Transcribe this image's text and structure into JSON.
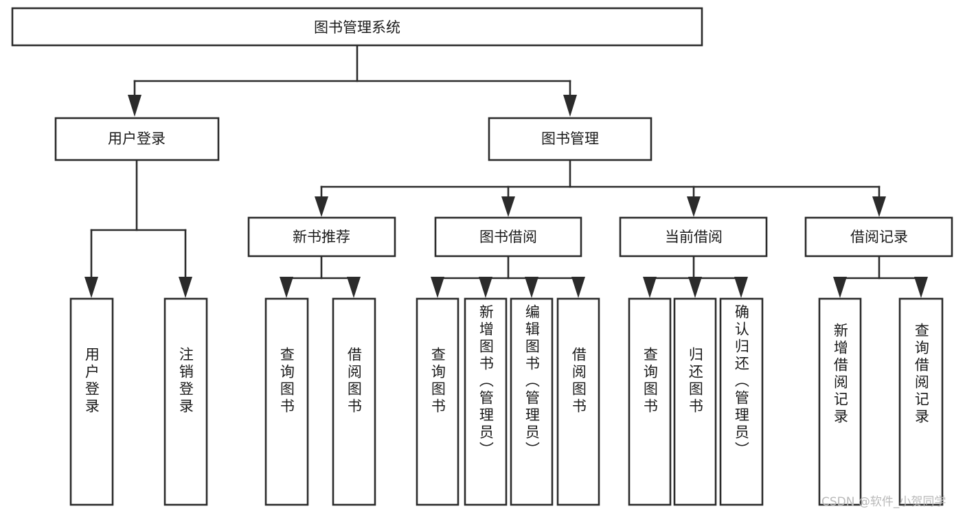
{
  "diagram": {
    "type": "tree-hierarchy-diagram",
    "title": "图书管理系统",
    "orientation": "top-down",
    "colors": {
      "box_stroke": "#2b2b2b",
      "box_fill": "#ffffff",
      "connector": "#2b2b2b",
      "text": "#1a1a1a",
      "background": "#ffffff",
      "watermark": "#b9b9b9"
    },
    "levels": {
      "root": {
        "label": "图书管理系统"
      },
      "level2": [
        {
          "id": "user-login",
          "label": "用户登录"
        },
        {
          "id": "book-management",
          "label": "图书管理"
        }
      ],
      "level3": [
        {
          "id": "new-book-recommend",
          "label": "新书推荐",
          "parent": "book-management"
        },
        {
          "id": "book-borrow",
          "label": "图书借阅",
          "parent": "book-management"
        },
        {
          "id": "current-borrow",
          "label": "当前借阅",
          "parent": "book-management"
        },
        {
          "id": "borrow-record",
          "label": "借阅记录",
          "parent": "book-management"
        }
      ],
      "leaves": [
        {
          "id": "leaf-user-login",
          "label": "用户登录",
          "parent": "user-login"
        },
        {
          "id": "leaf-logout-login",
          "label": "注销登录",
          "parent": "user-login"
        },
        {
          "id": "leaf-query-book-1",
          "label": "查询图书",
          "parent": "new-book-recommend"
        },
        {
          "id": "leaf-borrow-book-1",
          "label": "借阅图书",
          "parent": "new-book-recommend"
        },
        {
          "id": "leaf-query-book-2",
          "label": "查询图书",
          "parent": "book-borrow"
        },
        {
          "id": "leaf-add-book",
          "label": "新增图书（管理员）",
          "parent": "book-borrow"
        },
        {
          "id": "leaf-edit-book",
          "label": "编辑图书（管理员）",
          "parent": "book-borrow"
        },
        {
          "id": "leaf-borrow-book-2",
          "label": "借阅图书",
          "parent": "book-borrow"
        },
        {
          "id": "leaf-query-book-3",
          "label": "查询图书",
          "parent": "current-borrow"
        },
        {
          "id": "leaf-return-book",
          "label": "归还图书",
          "parent": "current-borrow"
        },
        {
          "id": "leaf-confirm-return",
          "label": "确认归还（管理员）",
          "parent": "current-borrow"
        },
        {
          "id": "leaf-add-record",
          "label": "新增借阅记录",
          "parent": "borrow-record"
        },
        {
          "id": "leaf-query-record",
          "label": "查询借阅记录",
          "parent": "borrow-record"
        }
      ]
    },
    "watermark": "CSDN @软件_小贺同学"
  }
}
